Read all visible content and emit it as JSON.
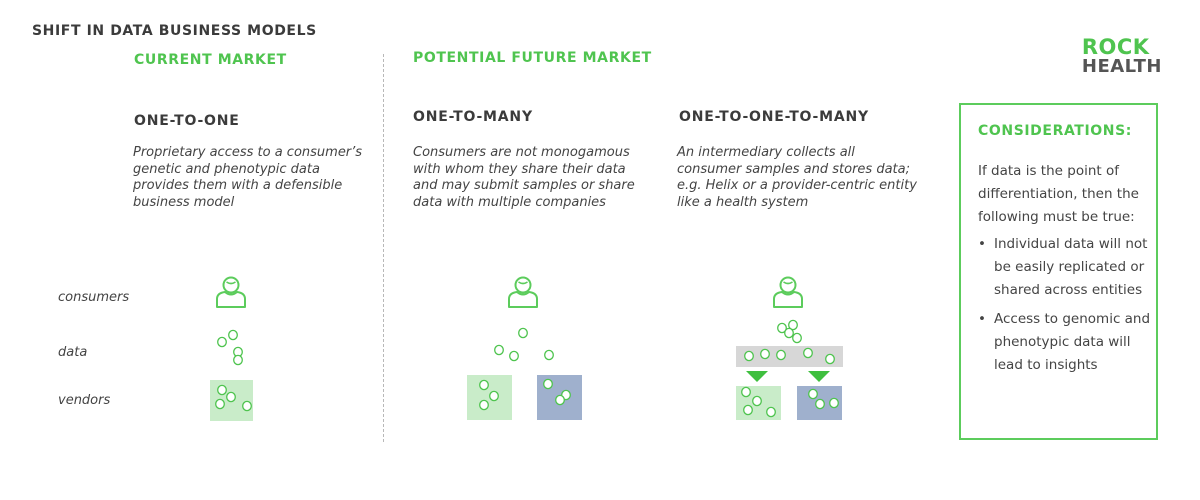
{
  "header": {
    "title": "SHIFT IN DATA BUSINESS MODELS"
  },
  "logo": {
    "line1": "ROCK",
    "line2": "HEALTH"
  },
  "sections": {
    "current": "CURRENT MARKET",
    "future": "POTENTIAL FUTURE MARKET"
  },
  "models": [
    {
      "title": "ONE-TO-ONE",
      "description": "Proprietary access to a consumer’s genetic and phenotypic data provides them with a defensible business model"
    },
    {
      "title": "ONE-TO-MANY",
      "description": "Consumers are not monogamous with whom they share their data and may submit samples or share data with multiple companies"
    },
    {
      "title": "ONE-TO-ONE-TO-MANY",
      "description": "An intermediary collects all consumer samples and stores data; e.g. Helix or a provider-centric entity like a health system"
    }
  ],
  "row_labels": {
    "consumers": "consumers",
    "data": "data",
    "vendors": "vendors"
  },
  "considerations": {
    "title": "CONSIDERATIONS:",
    "intro": "If data is the point of differentiation, then the following must be true:",
    "bullets": [
      "Individual data will not be easily replicated or shared across entities",
      "Access to genomic and phenotypic data will lead to insights"
    ]
  },
  "colors": {
    "accent_green": "#4fc44f",
    "vendor_green": "#c9ecc9",
    "vendor_blue": "#9fb0cd",
    "intermediary_gray": "#d7d7d7",
    "arrow_green": "#3fbf3f"
  },
  "icons": {
    "consumer": "person-outline-icon",
    "data": "data-dot-icon",
    "arrow": "triangle-down-icon"
  }
}
